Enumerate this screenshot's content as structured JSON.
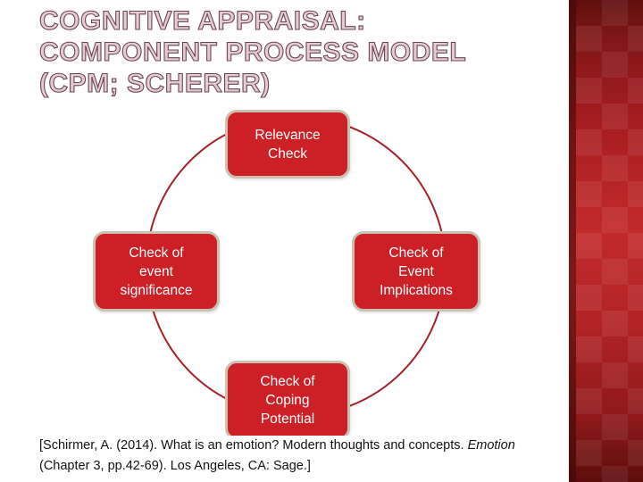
{
  "slide": {
    "title": "Cognitive Appraisal:\nComponent Process Model\n(CPM; Scherer)",
    "accent_red": "#cd2026",
    "node_border": "#c9c2ae",
    "ring_color": "#a32026",
    "title_fill": "#e3ccd2",
    "title_outline": "#6e4452",
    "band_color": "#a81d21",
    "background": "#ffffff"
  },
  "diagram": {
    "type": "cycle",
    "shape": "circle",
    "nodes": [
      {
        "id": "relevance-check",
        "label": "Relevance\nCheck",
        "position": "top"
      },
      {
        "id": "check-of-event-implications",
        "label": "Check of\nEvent\nImplications",
        "position": "right"
      },
      {
        "id": "check-of-coping-potential",
        "label": "Check of\nCoping\nPotential",
        "position": "bottom"
      },
      {
        "id": "check-of-event-significance",
        "label": "Check of\nevent\nsignificance",
        "position": "left"
      }
    ]
  },
  "citation": {
    "part1": "[Schirmer, A. (2014). What is an emotion? Modern thoughts and concepts. ",
    "italic": "Emotion",
    "part2": " (Chapter 3, pp.42-69). Los Angeles, CA: Sage.]"
  }
}
